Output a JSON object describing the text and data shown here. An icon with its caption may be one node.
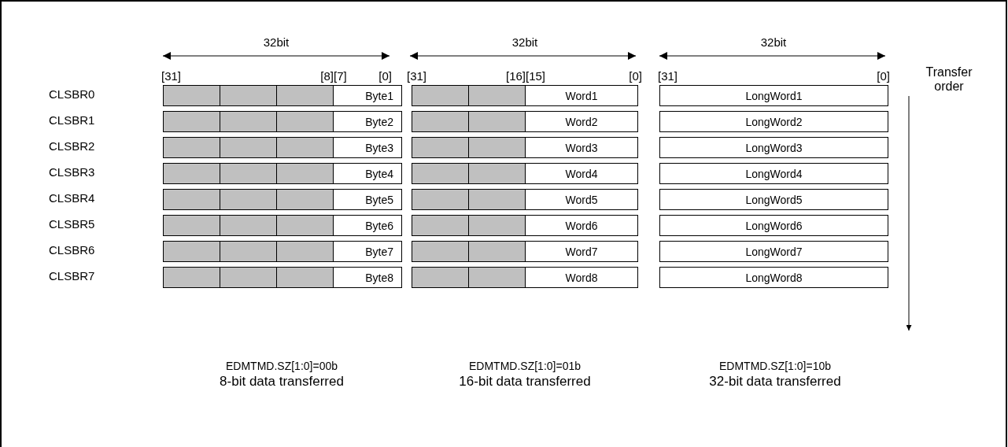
{
  "diagram": {
    "nodes": [
      {
        "text": [],
        "shape": "box"
      },
      {
        "text": [],
        "shape": "box"
      },
      {
        "text": [],
        "shape": "box"
      },
      {
        "text": [
          "Byte1"
        ]
      },
      {
        "text": [],
        "shape": "box"
      },
      {
        "text": [],
        "shape": "box"
      },
      {
        "text": [
          "Word1"
        ]
      },
      {
        "text": [
          "LongWord1"
        ]
      },
      {
        "text": [],
        "shape": "box"
      },
      {
        "text": [],
        "shape": "box"
      },
      {
        "text": [],
        "shape": "box"
      },
      {
        "text": [
          "Byte2"
        ]
      },
      {
        "text": [],
        "shape": "box"
      },
      {
        "text": [],
        "shape": "box"
      },
      {
        "text": [
          "Word2"
        ]
      },
      {
        "text": [
          "LongWord2"
        ]
      },
      {
        "text": [],
        "shape": "box"
      },
      {
        "text": [],
        "shape": "box"
      },
      {
        "text": [],
        "shape": "box"
      },
      {
        "text": [
          "Byte3"
        ]
      },
      {
        "text": [],
        "shape": "box"
      },
      {
        "text": [],
        "shape": "box"
      },
      {
        "text": [
          "Word3"
        ]
      },
      {
        "text": [
          "LongWord3"
        ]
      },
      {
        "text": [],
        "shape": "box"
      },
      {
        "text": [],
        "shape": "box"
      },
      {
        "text": [],
        "shape": "box"
      },
      {
        "text": [
          "Byte4"
        ]
      },
      {
        "text": [],
        "shape": "box"
      },
      {
        "text": [],
        "shape": "box"
      },
      {
        "text": [
          "Word4"
        ]
      },
      {
        "text": [
          "LongWord4"
        ]
      },
      {
        "text": [],
        "shape": "box"
      },
      {
        "text": [],
        "shape": "box"
      },
      {
        "text": [],
        "shape": "box"
      },
      {
        "text": [
          "Byte5"
        ]
      },
      {
        "text": [],
        "shape": "box"
      },
      {
        "text": [],
        "shape": "box"
      },
      {
        "text": [
          "Word5"
        ]
      },
      {
        "text": [
          "LongWord5"
        ]
      },
      {
        "text": [],
        "shape": "box"
      },
      {
        "text": [],
        "shape": "box"
      },
      {
        "text": [],
        "shape": "box"
      },
      {
        "text": [
          "Byte6"
        ]
      },
      {
        "text": [],
        "shape": "box"
      },
      {
        "text": [],
        "shape": "box"
      },
      {
        "text": [
          "Word6"
        ]
      },
      {
        "text": [
          "LongWord6"
        ]
      },
      {
        "text": [],
        "shape": "box"
      },
      {
        "text": [],
        "shape": "box"
      },
      {
        "text": [],
        "shape": "box"
      },
      {
        "text": [
          "Byte7"
        ]
      },
      {
        "text": [],
        "shape": "box"
      },
      {
        "text": [],
        "shape": "box"
      },
      {
        "text": [
          "Word7"
        ]
      },
      {
        "text": [
          "LongWord7"
        ]
      },
      {
        "text": [],
        "shape": "box"
      },
      {
        "text": [],
        "shape": "box"
      },
      {
        "text": [],
        "shape": "box"
      },
      {
        "text": [
          "Byte8"
        ]
      },
      {
        "text": [],
        "shape": "box"
      },
      {
        "text": [],
        "shape": "box"
      },
      {
        "text": [
          "Word8"
        ]
      },
      {
        "text": [
          "LongWord8"
        ]
      }
    ],
    "labels": [
      "32bit",
      "32bit",
      "32bit",
      "[31]",
      "[8]",
      "[7]",
      "[0]",
      "[31]",
      "[16]",
      "[15]",
      "[0]",
      "[31]",
      "[0]",
      "Transfer order",
      "CLSBR0",
      "CLSBR1",
      "CLSBR2",
      "CLSBR3",
      "CLSBR4",
      "CLSBR5",
      "CLSBR6",
      "CLSBR7",
      "EDMTMD.SZ[1:0]=00b",
      "8-bit data transferred",
      "EDMTMD.SZ[1:0]=01b",
      "16-bit data transferred",
      "EDMTMD.SZ[1:0]=10b",
      "32-bit data transferred"
    ]
  }
}
